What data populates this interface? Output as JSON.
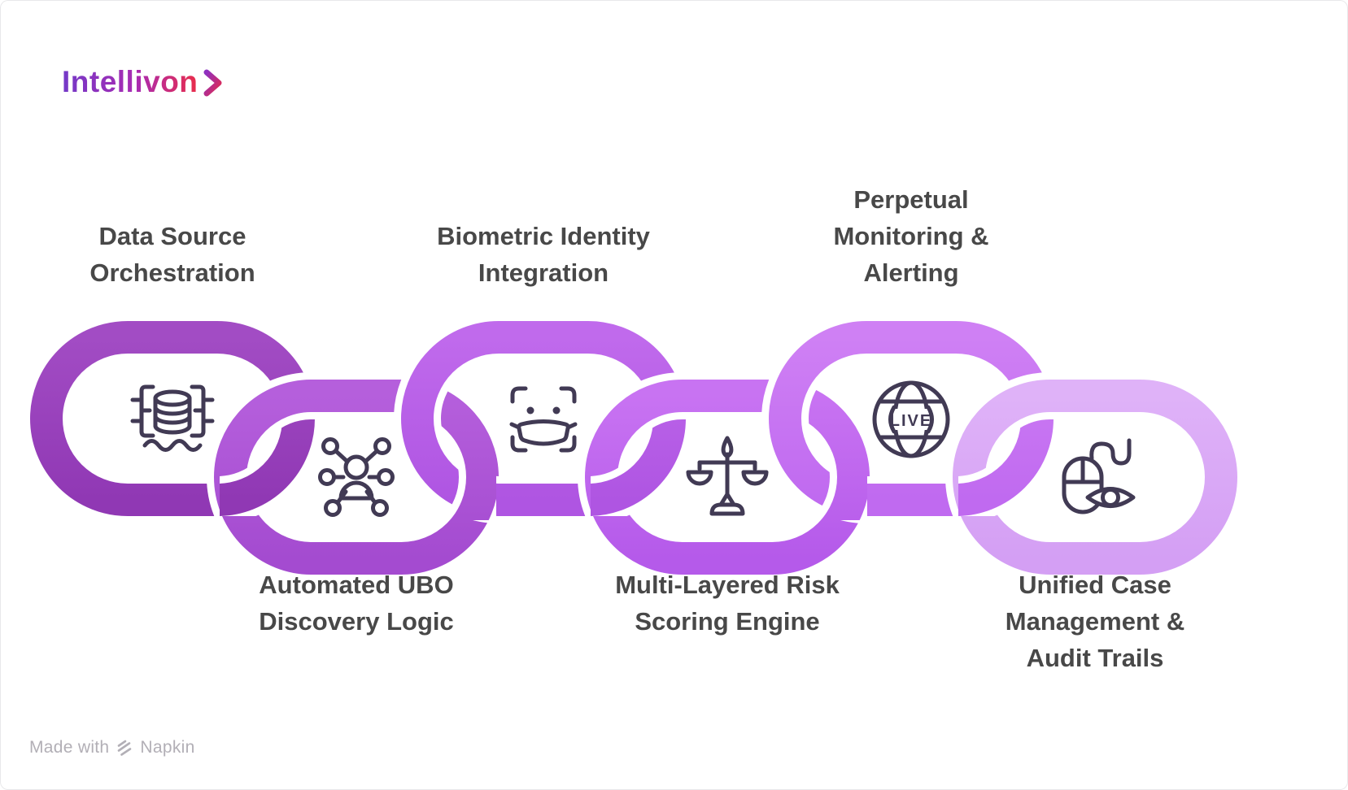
{
  "logo": {
    "text": "Intellivon",
    "chevron_icon": "chevron-right"
  },
  "theme": {
    "background": "#FFFFFF",
    "icon_stroke": "#413A54",
    "label_color": "#484848",
    "logo_gradient": [
      "#7439C8",
      "#A92BB2",
      "#E92D4B"
    ],
    "chevron_gradient": [
      "#8E30C0",
      "#E22A50"
    ],
    "footer_color": "#B2AFB6"
  },
  "chain": {
    "description": "Six interlocked chain links from dark purple to light lavender",
    "links": [
      {
        "label": "Data Source\nOrchestration",
        "row": "top",
        "icon": "database-orchestration-icon",
        "color_top": "#A24CC4",
        "color_bottom": "#9038B4"
      },
      {
        "label": "Automated UBO\nDiscovery Logic",
        "row": "bottom",
        "icon": "ubo-network-icon",
        "color_top": "#B55FDC",
        "color_bottom": "#A44BD0"
      },
      {
        "label": "Biometric Identity\nIntegration",
        "row": "top",
        "icon": "face-scan-icon",
        "color_top": "#C06AEC",
        "color_bottom": "#AF55E2"
      },
      {
        "label": "Multi-Layered Risk\nScoring Engine",
        "row": "bottom",
        "icon": "balance-scale-icon",
        "color_top": "#C873F2",
        "color_bottom": "#B55AEA"
      },
      {
        "label": "Perpetual\nMonitoring &\nAlerting",
        "row": "top",
        "icon": "live-globe-icon",
        "color_top": "#CF80F4",
        "color_bottom": "#C06AF0",
        "icon_text": "LIVE"
      },
      {
        "label": "Unified Case\nManagement &\nAudit Trails",
        "row": "bottom",
        "icon": "mouse-eye-icon",
        "color_top": "#DFB2F8",
        "color_bottom": "#D49FF4"
      }
    ]
  },
  "footer": {
    "made_with": "Made with",
    "brand": "Napkin"
  }
}
